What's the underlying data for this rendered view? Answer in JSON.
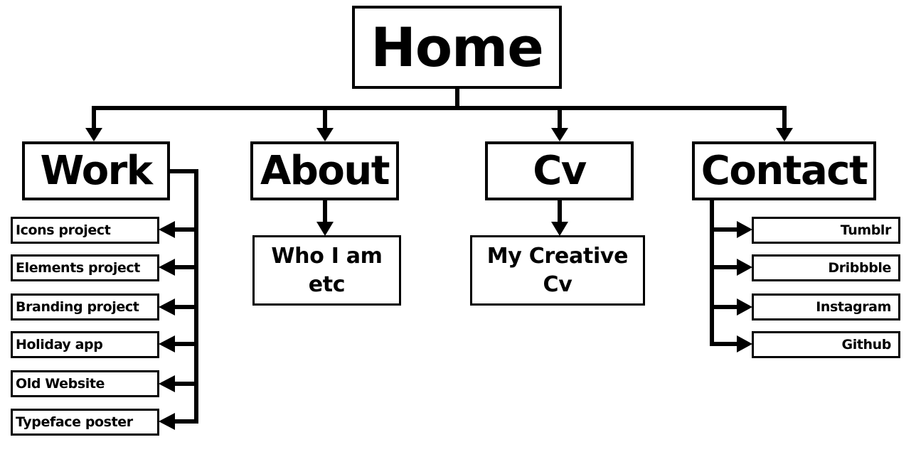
{
  "root": {
    "label": "Home"
  },
  "sections": [
    {
      "label": "Work",
      "children": [
        "Icons project",
        "Elements project",
        "Branding project",
        "Holiday app",
        "Old Website",
        "Typeface poster"
      ]
    },
    {
      "label": "About",
      "children": [
        "Who I am etc"
      ]
    },
    {
      "label": "Cv",
      "children": [
        "My Creative Cv"
      ]
    },
    {
      "label": "Contact",
      "children": [
        "Tumblr",
        "Dribbble",
        "Instagram",
        "Github"
      ]
    }
  ]
}
